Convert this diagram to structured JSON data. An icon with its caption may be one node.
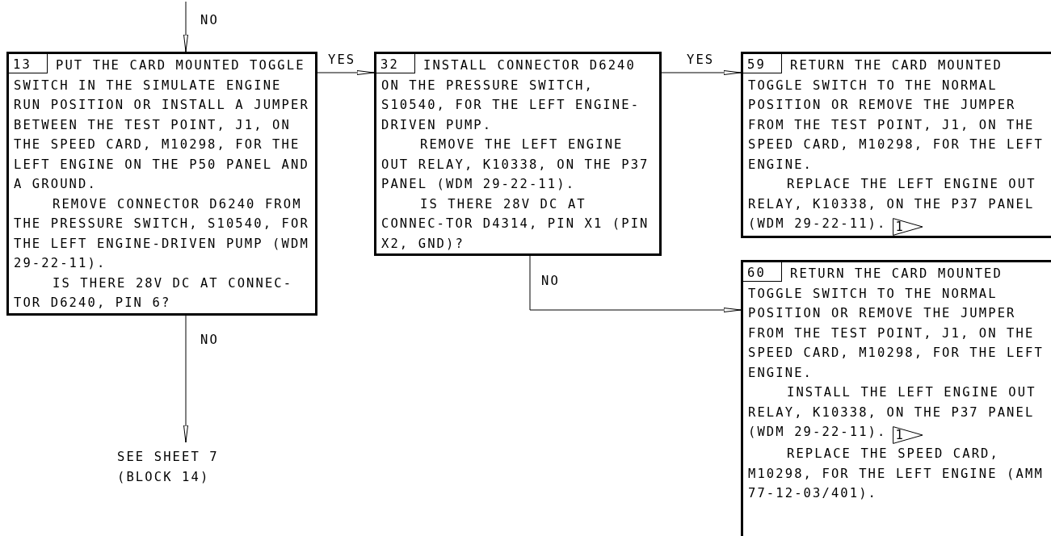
{
  "diagram": {
    "nodes": [
      {
        "text": [
          "13",
          "PUT THE CARD MOUNTED TOGGLE SWITCH IN THE SIMULATE ENGINE RUN POSITION OR INSTALL A JUMPER BETWEEN THE TEST POINT, J1, ON THE SPEED CARD, M10298, FOR THE LEFT ENGINE ON THE P50 PANEL AND A GROUND.",
          "REMOVE CONNECTOR D6240 FROM THE PRESSURE SWITCH, S10540, FOR THE LEFT ENGINE-DRIVEN PUMP (WDM 29-22-11).",
          "IS THERE 28V DC AT CONNEC-TOR D6240, PIN 6?"
        ]
      },
      {
        "text": [
          "32",
          "INSTALL CONNECTOR D6240 ON THE PRESSURE SWITCH, S10540, FOR THE LEFT ENGINE-DRIVEN PUMP.",
          "REMOVE THE LEFT ENGINE OUT RELAY, K10338, ON THE P37 PANEL (WDM 29-22-11).",
          "IS THERE 28V DC AT CONNEC-TOR D4314, PIN X1 (PIN X2, GND)?"
        ]
      },
      {
        "text": [
          "59",
          "RETURN THE CARD MOUNTED TOGGLE SWITCH TO THE NORMAL POSITION OR REMOVE THE JUMPER FROM THE TEST POINT, J1, ON THE SPEED CARD, M10298, FOR THE LEFT ENGINE.",
          "REPLACE THE LEFT ENGINE OUT RELAY, K10338, ON THE P37 PANEL (WDM 29-22-11).",
          "1"
        ]
      },
      {
        "text": [
          "60",
          "RETURN THE CARD MOUNTED TOGGLE SWITCH TO THE NORMAL POSITION OR REMOVE THE JUMPER FROM THE TEST POINT, J1, ON THE SPEED CARD, M10298, FOR THE LEFT ENGINE.",
          "INSTALL THE LEFT ENGINE OUT RELAY, K10338, ON THE P37 PANEL (WDM 29-22-11).",
          "1",
          "REPLACE THE SPEED CARD, M10298, FOR THE LEFT ENGINE (AMM 77-12-03/401)."
        ]
      },
      {
        "text": [
          "SEE SHEET 7 (BLOCK 14)"
        ]
      }
    ],
    "edges": [
      {
        "from": null,
        "to": 0,
        "arrow": "to",
        "label": "NO"
      },
      {
        "from": 0,
        "to": 1,
        "arrow": "to",
        "label": "YES"
      },
      {
        "from": 1,
        "to": 2,
        "arrow": "to",
        "label": "YES"
      },
      {
        "from": 1,
        "to": 3,
        "arrow": "to",
        "label": "NO"
      },
      {
        "from": 0,
        "to": 4,
        "arrow": "to",
        "label": "NO"
      }
    ]
  }
}
